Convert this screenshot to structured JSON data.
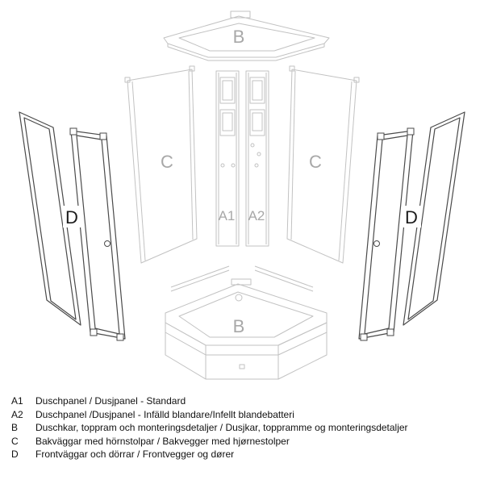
{
  "diagram": {
    "labels": {
      "b_top": "B",
      "c_left": "C",
      "c_right": "C",
      "a1": "A1",
      "a2": "A2",
      "d_left": "D",
      "d_right": "D",
      "b_bottom": "B"
    }
  },
  "legend": [
    {
      "code": "A1",
      "text": "Duschpanel / Dusjpanel - Standard"
    },
    {
      "code": "A2",
      "text": "Duschpanel /Dusjpanel - Infälld blandare/Infellt blandebatteri"
    },
    {
      "code": "B",
      "text": "Duschkar, toppram och monteringsdetaljer / Dusjkar, toppramme og monteringsdetaljer"
    },
    {
      "code": "C",
      "text": "Bakväggar med hörnstolpar / Bakvegger med hjørnestolper"
    },
    {
      "code": "D",
      "text": "Frontväggar och dörrar / Frontvegger og dører"
    }
  ],
  "colors": {
    "line_light": "#c2c2c2",
    "line_dark": "#4a4a4a",
    "label_light": "#a8a8a8",
    "label_dark": "#1a1a1a",
    "text": "#111111"
  }
}
